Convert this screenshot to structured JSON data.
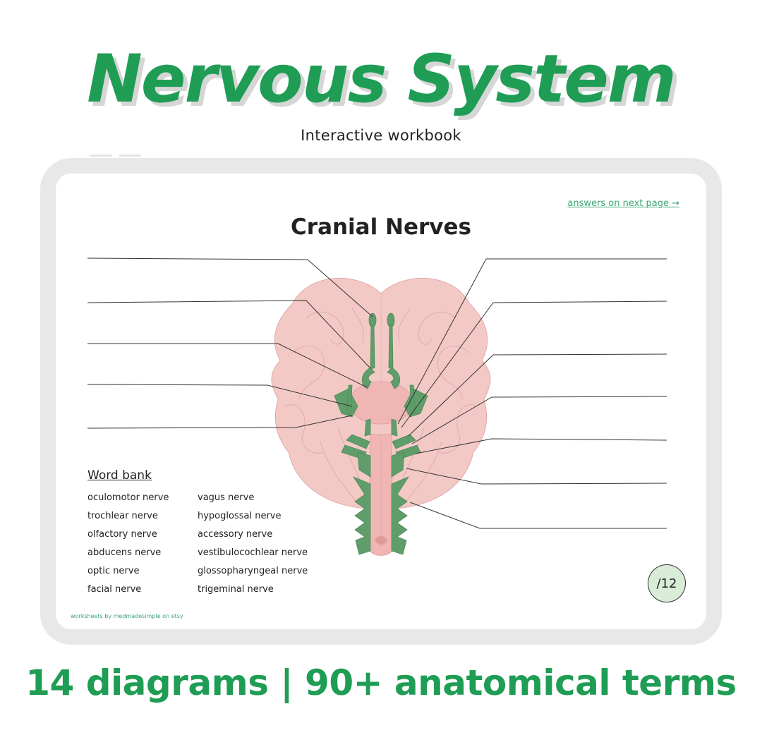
{
  "hero": {
    "title": "Nervous System",
    "subtitle": "Interactive workbook"
  },
  "worksheet": {
    "answers_link": "answers on next page →",
    "title": "Cranial Nerves",
    "label_lines_left": 5,
    "label_lines_right": 7,
    "word_bank": {
      "title": "Word bank",
      "column_1": [
        "oculomotor nerve",
        "trochlear nerve",
        "olfactory nerve",
        "abducens nerve",
        "optic nerve",
        "facial nerve"
      ],
      "column_2": [
        "vagus nerve",
        "hypoglossal nerve",
        "accessory nerve",
        "vestibulocochlear nerve",
        "glossopharyngeal nerve",
        "trigeminal nerve"
      ]
    },
    "score_badge": "/12",
    "credit": "worksheets by medmadesimple on etsy"
  },
  "tagline": "14 diagrams | 90+ anatomical terms",
  "colors": {
    "brand_green": "#1f9d55",
    "link_green": "#3aa576",
    "brain_pink": "#f3c9c6",
    "nerve_green": "#5f9e6a",
    "badge_fill": "#d8ecd8",
    "tablet_frame": "#e8e8e8"
  }
}
